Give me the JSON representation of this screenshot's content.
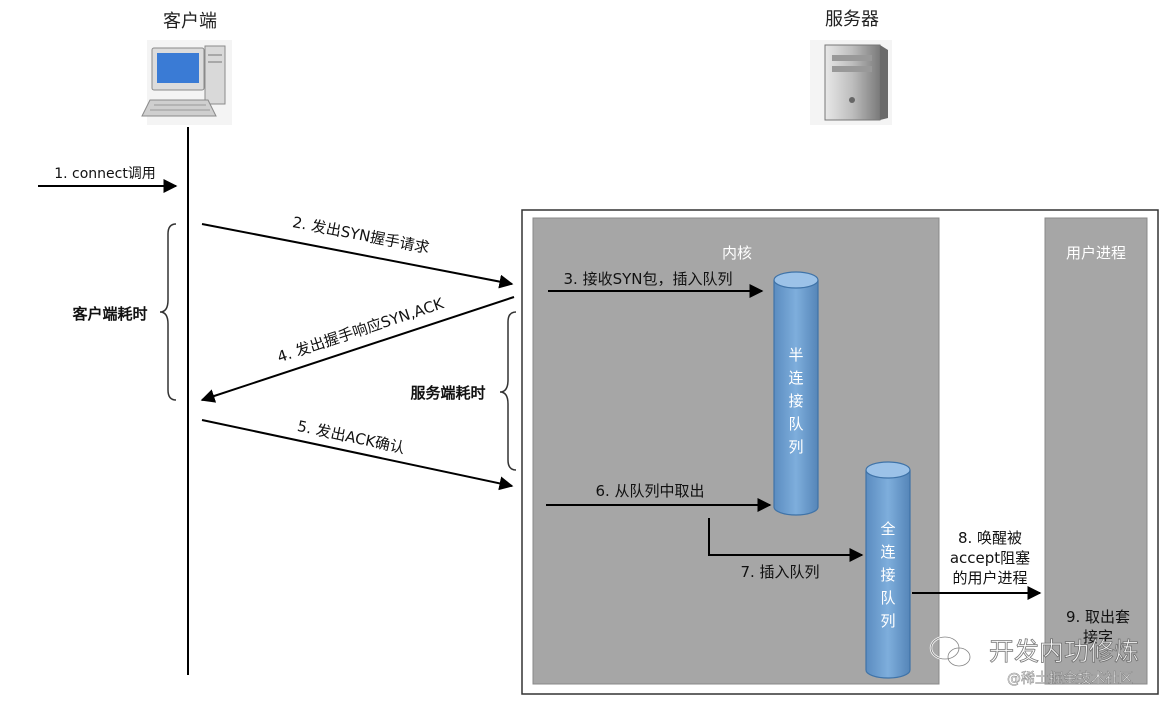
{
  "client": {
    "title": "客户端",
    "icon": "desktop-computer-icon"
  },
  "server": {
    "title": "服务器",
    "icon": "server-tower-icon"
  },
  "kernel": {
    "label": "内核"
  },
  "user_process": {
    "label": "用户进程"
  },
  "steps": {
    "s1": "1. connect调用",
    "s2": "2. 发出SYN握手请求",
    "s3": "3. 接收SYN包，插入队列",
    "s4": "4. 发出握手响应SYN,ACK",
    "s5": "5. 发出ACK确认",
    "s6": "6. 从队列中取出",
    "s7": "7. 插入队列",
    "s8": [
      "8. 唤醒被",
      "accept阻塞",
      "的用户进程"
    ],
    "s9": [
      "9. 取出套",
      "接字"
    ]
  },
  "client_time": "客户端耗时",
  "server_time": "服务端耗时",
  "queues": {
    "half": [
      "半",
      "连",
      "接",
      "队",
      "列"
    ],
    "full": [
      "全",
      "连",
      "接",
      "队",
      "列"
    ]
  },
  "watermark": {
    "title": "开发内功修炼",
    "subtitle": "@稀土掘金技术社区",
    "icon": "wechat-icon"
  },
  "colors": {
    "kernel_bg": "#a6a6a6",
    "queue_fill": "#6f9fd0",
    "queue_stroke": "#3f73a8",
    "line": "#000000"
  }
}
